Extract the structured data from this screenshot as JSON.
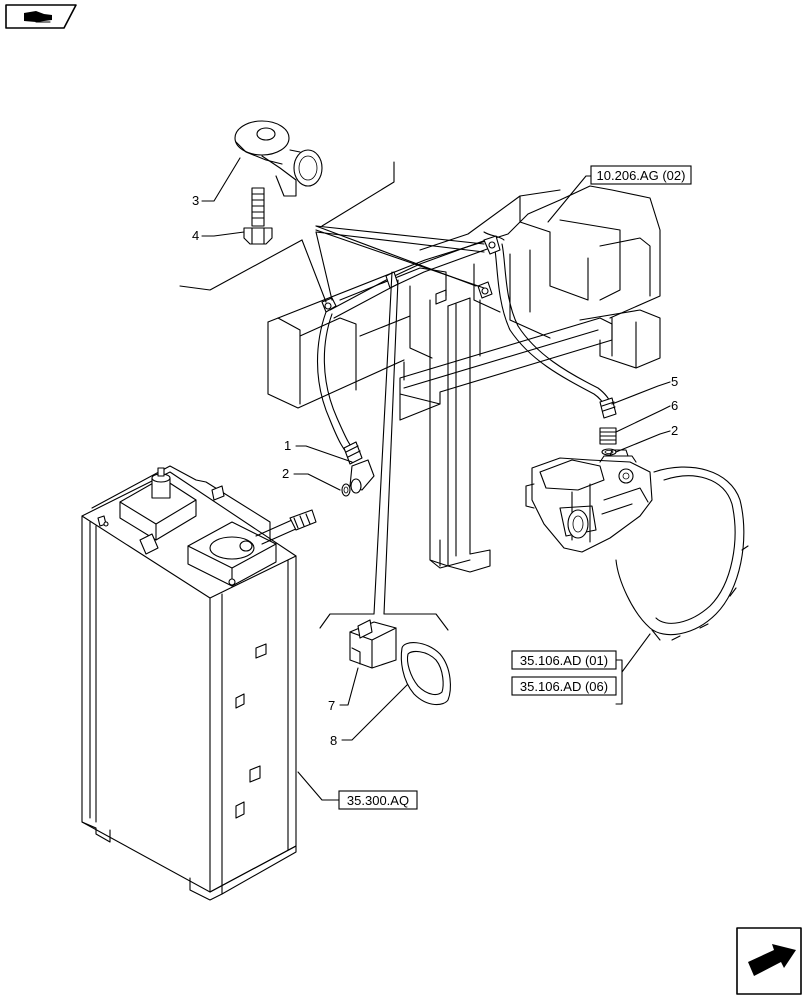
{
  "corner_icons": {
    "top_left": "book-hand-icon",
    "bottom_right": "next-page-arrow-icon"
  },
  "callouts": [
    "1",
    "2",
    "3",
    "4",
    "5",
    "6",
    "2",
    "7",
    "8"
  ],
  "references": {
    "frame": "10.206.AG (02)",
    "pump_a": "35.106.AD (01)",
    "pump_b": "35.106.AD (06)",
    "tank": "35.300.AQ"
  },
  "colors": {
    "line": "#000000",
    "background": "#ffffff"
  }
}
